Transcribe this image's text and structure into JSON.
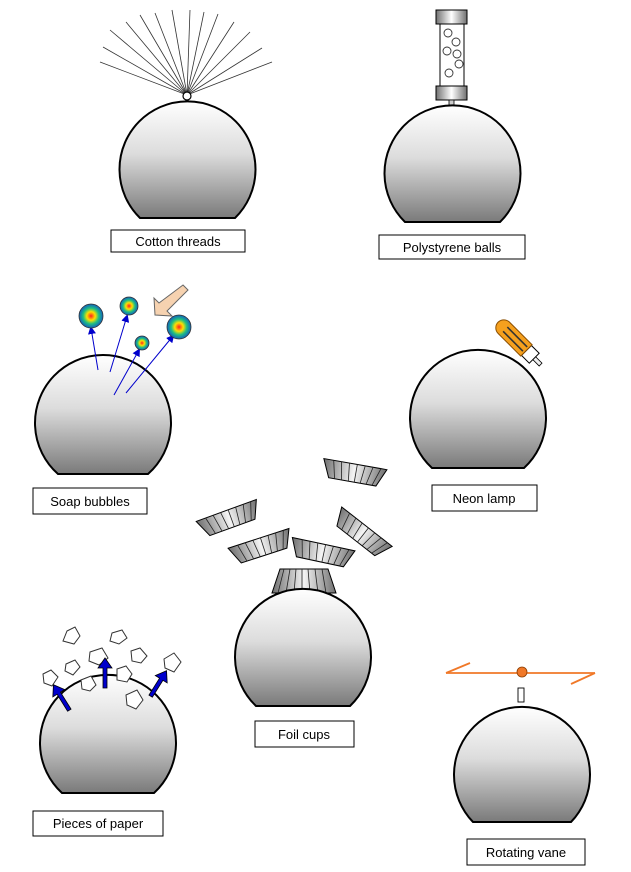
{
  "labels": {
    "cotton_threads": "Cotton threads",
    "polystyrene_balls": "Polystyrene balls",
    "soap_bubbles": "Soap bubbles",
    "neon_lamp": "Neon lamp",
    "foil_cups": "Foil cups",
    "pieces_of_paper": "Pieces of paper",
    "rotating_vane": "Rotating vane"
  },
  "colors": {
    "dome_top": "#ffffff",
    "dome_bottom": "#7a7a7a",
    "arrow_blue": "#0000cc",
    "lamp_orange": "#f5a01e",
    "vane_orange": "#f07828",
    "hand_arrow": "#f6d2b0"
  }
}
